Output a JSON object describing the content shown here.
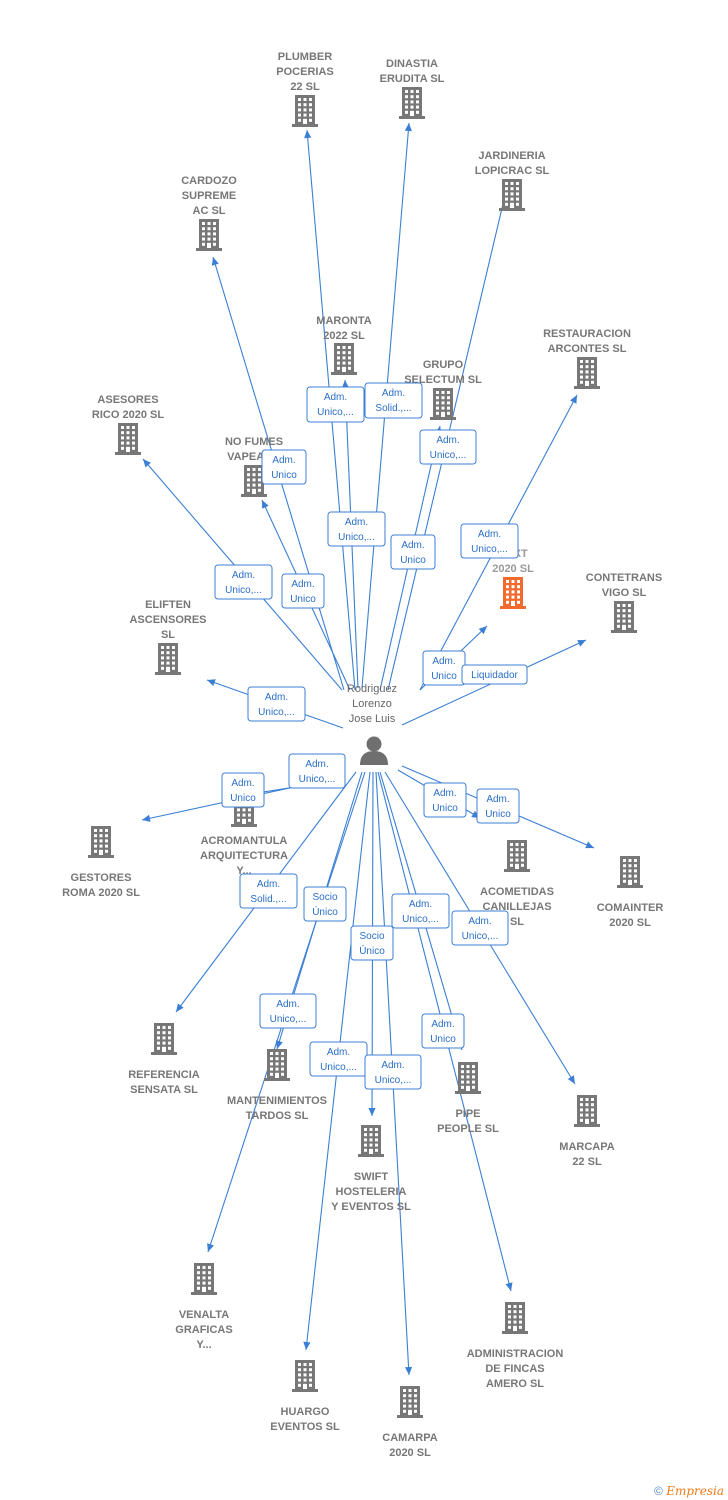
{
  "person": {
    "lines": [
      "Rodriguez",
      "Lorenzo",
      "Jose Luis"
    ]
  },
  "colors": {
    "edge": "#3b7fd4",
    "building": "#777777",
    "highlight": "#f26a2e"
  },
  "companies": [
    {
      "id": "plumber",
      "lines": [
        "PLUMBER",
        "POCERIAS",
        "22 SL"
      ]
    },
    {
      "id": "dinastia",
      "lines": [
        "DINASTIA",
        "ERUDITA SL"
      ]
    },
    {
      "id": "jardineria",
      "lines": [
        "JARDINERIA",
        "LOPICRAC SL"
      ]
    },
    {
      "id": "cardozo",
      "lines": [
        "CARDOZO",
        "SUPREME",
        "AC SL"
      ]
    },
    {
      "id": "maronta",
      "lines": [
        "MARONTA",
        "2022 SL"
      ]
    },
    {
      "id": "restauracion",
      "lines": [
        "RESTAURACION",
        "ARCONTES SL"
      ]
    },
    {
      "id": "grupo",
      "lines": [
        "GRUPO",
        "SELECTUM SL"
      ]
    },
    {
      "id": "asesores",
      "lines": [
        "ASESORES",
        "RICO 2020 SL"
      ]
    },
    {
      "id": "nofumes",
      "lines": [
        "NO FUMES",
        "VAPEA SL"
      ]
    },
    {
      "id": "dext",
      "lines": [
        "DEXT",
        "2020 SL"
      ],
      "highlight": true
    },
    {
      "id": "contetrans",
      "lines": [
        "CONTETRANS",
        "VIGO SL"
      ]
    },
    {
      "id": "eliften",
      "lines": [
        "ELIFTEN",
        "ASCENSORES",
        "SL"
      ]
    },
    {
      "id": "acromantula",
      "lines": [
        "ACROMANTULA",
        "ARQUITECTURA",
        "Y..."
      ]
    },
    {
      "id": "gestores",
      "lines": [
        "GESTORES",
        "ROMA 2020 SL"
      ]
    },
    {
      "id": "acometidas",
      "lines": [
        "ACOMETIDAS",
        "CANILLEJAS",
        "SL"
      ]
    },
    {
      "id": "comainter",
      "lines": [
        "COMAINTER",
        "2020 SL"
      ]
    },
    {
      "id": "referencia",
      "lines": [
        "REFERENCIA",
        "SENSATA SL"
      ]
    },
    {
      "id": "mantenimientos",
      "lines": [
        "MANTENIMIENTOS",
        "TARDOS SL"
      ]
    },
    {
      "id": "pipe",
      "lines": [
        "PIPE",
        "PEOPLE SL"
      ]
    },
    {
      "id": "marcapa",
      "lines": [
        "MARCAPA",
        "22 SL"
      ]
    },
    {
      "id": "swift",
      "lines": [
        "SWIFT",
        "HOSTELERIA",
        "Y EVENTOS SL"
      ]
    },
    {
      "id": "venalta",
      "lines": [
        "VENALTA",
        "GRAFICAS",
        "Y..."
      ]
    },
    {
      "id": "administracion",
      "lines": [
        "ADMINISTRACION",
        "DE FINCAS",
        "AMERO SL"
      ]
    },
    {
      "id": "huargo",
      "lines": [
        "HUARGO",
        "EVENTOS SL"
      ]
    },
    {
      "id": "camarpa",
      "lines": [
        "CAMARPA",
        "2020 SL"
      ]
    }
  ],
  "roles": [
    {
      "id": "r1",
      "lines": [
        "Adm.",
        "Unico,..."
      ]
    },
    {
      "id": "r2",
      "lines": [
        "Adm.",
        "Solid.,..."
      ]
    },
    {
      "id": "r3",
      "lines": [
        "Adm.",
        "Unico"
      ]
    },
    {
      "id": "r4",
      "lines": [
        "Adm.",
        "Unico,..."
      ]
    },
    {
      "id": "r5",
      "lines": [
        "Adm.",
        "Unico,..."
      ]
    },
    {
      "id": "r6",
      "lines": [
        "Adm.",
        "Unico"
      ]
    },
    {
      "id": "r7",
      "lines": [
        "Adm.",
        "Unico,..."
      ]
    },
    {
      "id": "r8",
      "lines": [
        "Adm.",
        "Unico,..."
      ]
    },
    {
      "id": "r9",
      "lines": [
        "Adm.",
        "Unico"
      ]
    },
    {
      "id": "r10",
      "lines": [
        "Adm.",
        "Unico,..."
      ]
    },
    {
      "id": "r11",
      "lines": [
        "Adm.",
        "Unico"
      ]
    },
    {
      "id": "r12",
      "lines": [
        "Liquidador"
      ]
    },
    {
      "id": "r13",
      "lines": [
        "Adm.",
        "Unico,..."
      ]
    },
    {
      "id": "r14",
      "lines": [
        "Adm.",
        "Unico"
      ]
    },
    {
      "id": "r15",
      "lines": [
        "Adm.",
        "Unico"
      ]
    },
    {
      "id": "r16",
      "lines": [
        "Adm.",
        "Unico"
      ]
    },
    {
      "id": "r17",
      "lines": [
        "Adm.",
        "Solid.,..."
      ]
    },
    {
      "id": "r18",
      "lines": [
        "Socio",
        "Único"
      ]
    },
    {
      "id": "r19",
      "lines": [
        "Adm.",
        "Unico,..."
      ]
    },
    {
      "id": "r20",
      "lines": [
        "Adm.",
        "Unico,..."
      ]
    },
    {
      "id": "r21",
      "lines": [
        "Socio",
        "Único"
      ]
    },
    {
      "id": "r22",
      "lines": [
        "Adm.",
        "Unico,..."
      ]
    },
    {
      "id": "r23",
      "lines": [
        "Adm.",
        "Unico"
      ]
    },
    {
      "id": "r24",
      "lines": [
        "Adm.",
        "Unico,..."
      ]
    },
    {
      "id": "r25",
      "lines": [
        "Adm.",
        "Unico,..."
      ]
    }
  ],
  "footer": {
    "copyright": "©",
    "brand": "Empresia"
  }
}
